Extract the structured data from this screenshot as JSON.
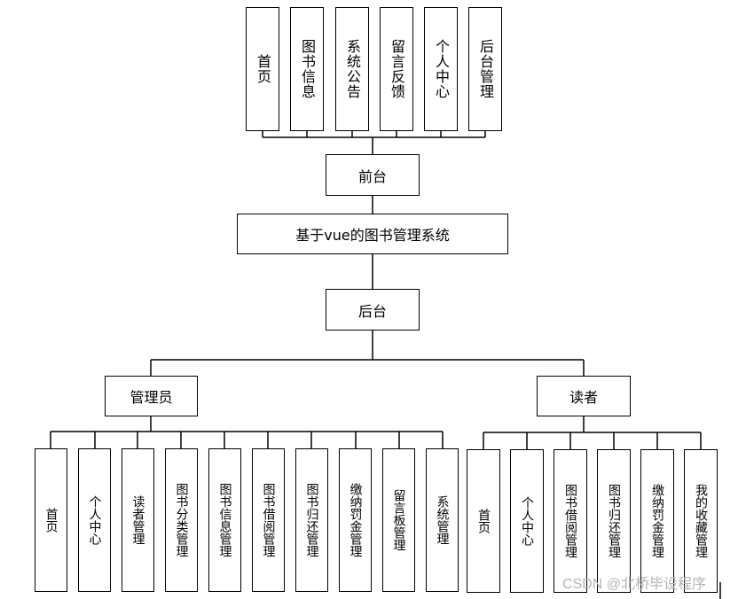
{
  "diagram": {
    "frontend_items": [
      "首页",
      "图书信息",
      "系统公告",
      "留言反馈",
      "个人中心",
      "后台管理"
    ],
    "frontend_label": "前台",
    "system_title": "基于vue的图书管理系统",
    "backend_label": "后台",
    "admin_label": "管理员",
    "reader_label": "读者",
    "admin_items": [
      "首页",
      "个人中心",
      "读者管理",
      "图书分类管理",
      "图书信息管理",
      "图书借阅管理",
      "图书归还管理",
      "缴纳罚金管理",
      "留言板管理",
      "系统管理"
    ],
    "reader_items": [
      "首页",
      "个人中心",
      "图书借阅管理",
      "图书归还管理",
      "缴纳罚金管理",
      "我的收藏管理"
    ]
  },
  "watermark": "CSDN @北桥毕设程序"
}
